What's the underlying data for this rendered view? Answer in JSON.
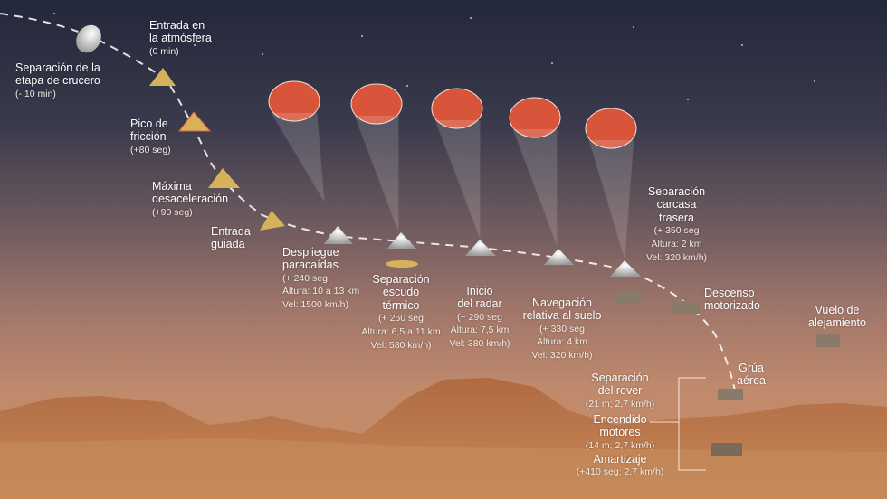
{
  "stages": [
    {
      "id": "cruise-separation",
      "title": [
        "Separación de la",
        "etapa de crucero"
      ],
      "details": [
        "(- 10 min)"
      ]
    },
    {
      "id": "atmosphere-entry",
      "title": [
        "Entrada en",
        "la atmósfera"
      ],
      "details": [
        "(0 min)"
      ]
    },
    {
      "id": "peak-heating",
      "title": [
        "Pico de",
        "fricción"
      ],
      "details": [
        "(+80 seg)"
      ]
    },
    {
      "id": "max-deceleration",
      "title": [
        "Máxima",
        "desaceleración"
      ],
      "details": [
        "(+90 seg)"
      ]
    },
    {
      "id": "guided-entry",
      "title": [
        "Entrada",
        "guiada"
      ],
      "details": []
    },
    {
      "id": "parachute-deploy",
      "title": [
        "Despliegue",
        "paracaídas"
      ],
      "details": [
        "(+ 240 seg",
        "Altura: 10 a 13 km",
        "Vel: 1500 km/h)"
      ]
    },
    {
      "id": "heat-shield-separation",
      "title": [
        "Separación",
        "escudo",
        "térmico"
      ],
      "details": [
        "(+ 260 seg",
        "Altura: 6,5 a 11 km",
        "Vel: 580 km/h)"
      ]
    },
    {
      "id": "radar-start",
      "title": [
        "Inicio",
        "del radar"
      ],
      "details": [
        "(+ 290 seg",
        "Altura: 7,5 km",
        "Vel: 380 km/h)"
      ]
    },
    {
      "id": "terrain-navigation",
      "title": [
        "Navegación",
        "relativa al suelo"
      ],
      "details": [
        "(+ 330 seg",
        "Altura: 4 km",
        "Vel: 320 km/h)"
      ]
    },
    {
      "id": "backshell-separation",
      "title": [
        "Separación",
        "carcasa",
        "trasera"
      ],
      "details": [
        "(+ 350 seg",
        "Altura: 2 km",
        "Vel: 320 km/h)"
      ]
    },
    {
      "id": "powered-descent",
      "title": [
        "Descenso",
        "motorizado"
      ],
      "details": []
    },
    {
      "id": "flyaway",
      "title": [
        "Vuelo de",
        "alejamiento"
      ],
      "details": []
    },
    {
      "id": "sky-crane",
      "title": [
        "Grúa",
        "aérea"
      ],
      "details": []
    },
    {
      "id": "rover-separation",
      "title": [
        "Separación",
        "del rover"
      ],
      "details": [
        "(21 m; 2,7 km/h)"
      ]
    },
    {
      "id": "engine-ignition",
      "title": [
        "Encendido",
        "motores"
      ],
      "details": [
        "(14 m; 2,7 km/h)"
      ]
    },
    {
      "id": "touchdown",
      "title": [
        "Amartizaje"
      ],
      "details": [
        "(+410 seg; 2,7 km/h)"
      ]
    }
  ],
  "colors": {
    "parachute_red": "#d8553c",
    "capsule_gold": "#c9a24a",
    "trajectory": "#ffffff"
  }
}
